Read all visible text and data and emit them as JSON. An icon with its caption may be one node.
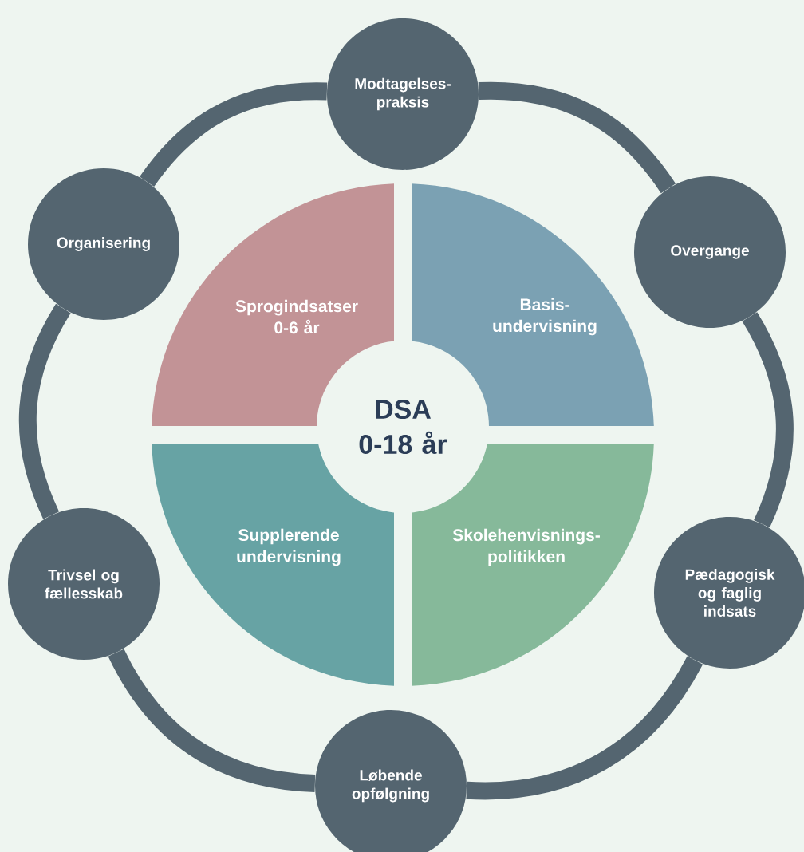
{
  "diagram": {
    "nodes": [
      {
        "text": [
          "Modtagelses- praksis"
        ]
      },
      {
        "text": [
          "Overgange"
        ]
      },
      {
        "text": [
          "Pædagogisk og faglig indsats"
        ]
      },
      {
        "text": [
          "Løbende opfølgning"
        ]
      },
      {
        "text": [
          "Trivsel og fællesskab"
        ]
      },
      {
        "text": [
          "Organisering"
        ]
      },
      {
        "text": [
          "Sprogindsatser 0-6 år"
        ]
      },
      {
        "text": [
          "Basis- undervisning"
        ]
      },
      {
        "text": [
          "Supplerende undervisning"
        ]
      },
      {
        "text": [
          "Skolehenvisnings- politikken"
        ]
      },
      {
        "text": [
          "DSA 0-18 år"
        ]
      }
    ],
    "edges": [
      {
        "from": 0,
        "to": 1,
        "arrow": "none"
      },
      {
        "from": 1,
        "to": 2,
        "arrow": "none"
      },
      {
        "from": 2,
        "to": 3,
        "arrow": "none"
      },
      {
        "from": 3,
        "to": 4,
        "arrow": "none"
      },
      {
        "from": 4,
        "to": 5,
        "arrow": "none"
      },
      {
        "from": 5,
        "to": 0,
        "arrow": "none"
      }
    ]
  }
}
